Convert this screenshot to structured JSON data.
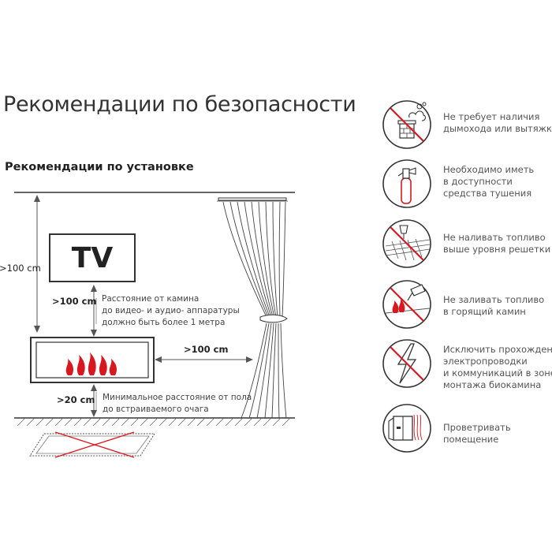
{
  "title": "Рекомендации по безопасности",
  "subtitle": "Рекомендации по установке",
  "diagram": {
    "tv_label": "TV",
    "ceiling_dim": ">100 cm",
    "tv_dim": ">100 cm",
    "curtain_dim": ">100 cm",
    "floor_dim": ">20 cm",
    "tv_note": [
      "Расстояние от камина",
      "до видео- и аудио- аппаратуры",
      "должно быть более 1 метра"
    ],
    "floor_note": [
      "Минимальное расстояние от пола",
      "до встраиваемого очага"
    ]
  },
  "tips": [
    {
      "icon": "no-chimney-icon",
      "lines": [
        "Не требует наличия",
        "дымохода или вытяжки"
      ]
    },
    {
      "icon": "fire-extinguisher-icon",
      "lines": [
        "Необходимо иметь",
        "в доступности",
        "средства тушения"
      ]
    },
    {
      "icon": "no-overfill-icon",
      "lines": [
        "Не наливать топливо",
        "выше уровня решетки"
      ]
    },
    {
      "icon": "no-refuel-burning-icon",
      "lines": [
        "Не заливать топливо",
        "в горящий камин"
      ]
    },
    {
      "icon": "no-wiring-icon",
      "lines": [
        "Исключить прохождение",
        "электропроводки",
        "и коммуникаций в зоне",
        "монтажа биокамина"
      ]
    },
    {
      "icon": "ventilate-room-icon",
      "lines": [
        "Проветривать",
        "помещение"
      ]
    }
  ],
  "colors": {
    "accent": "#d7191f",
    "line": "#333333",
    "text": "#444444"
  }
}
